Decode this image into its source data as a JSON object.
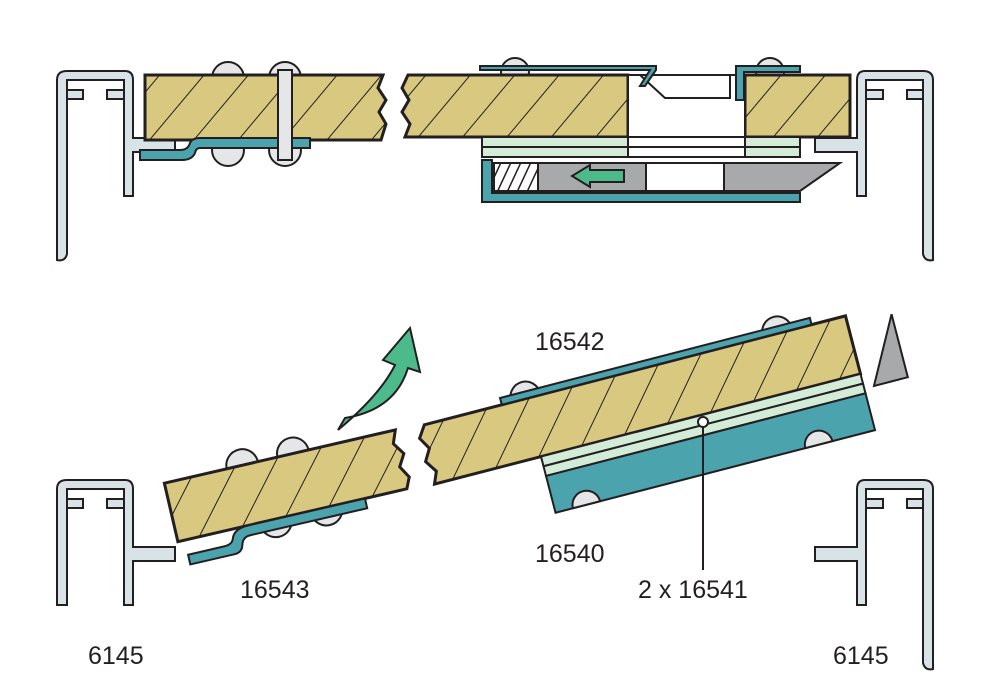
{
  "labels": {
    "part_16542": "16542",
    "part_16543": "16543",
    "part_16540": "16540",
    "part_16541": "2 x 16541",
    "profile_left": "6145",
    "profile_right": "6145"
  },
  "colors": {
    "wood": "#d9c87f",
    "teal": "#4aa3ad",
    "profile": "#d8e3e7",
    "mint": "#d3ecd8",
    "slider_grey": "#a7a9ab",
    "arrow_green": "#4dba8c",
    "outline": "#231f20"
  }
}
